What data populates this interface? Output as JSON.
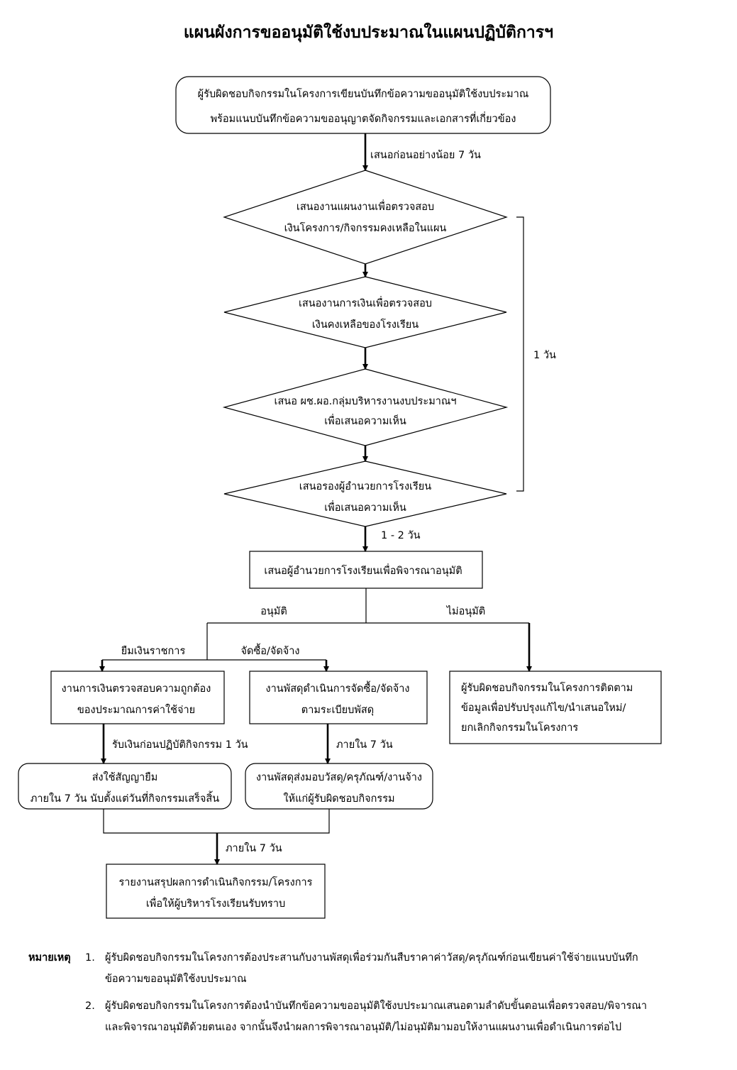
{
  "title": "แผนผังการขออนุมัติใช้งบประมาณในแผนปฏิบัติการฯ",
  "nodes": {
    "start": [
      "ผู้รับผิดชอบกิจกรรมในโครงการเขียนบันทึกข้อความขออนุมัติใช้งบประมาณ",
      "พร้อมแนบบันทึกข้อความขออนุญาตจัดกิจกรรมและเอกสารที่เกี่ยวข้อง"
    ],
    "d1": [
      "เสนองานแผนงานเพื่อตรวจสอบ",
      "เงินโครงการ/กิจกรรมคงเหลือในแผน"
    ],
    "d2": [
      "เสนองานการเงินเพื่อตรวจสอบ",
      "เงินคงเหลือของโรงเรียน"
    ],
    "d3": [
      "เสนอ ผช.ผอ.กลุ่มบริหารงานงบประมาณฯ",
      "เพื่อเสนอความเห็น"
    ],
    "d4": [
      "เสนอรองผู้อำนวยการโรงเรียน",
      "เพื่อเสนอความเห็น"
    ],
    "approve": [
      "เสนอผู้อำนวยการโรงเรียนเพื่อพิจารณาอนุมัติ"
    ],
    "finance": [
      "งานการเงินตรวจสอบความถูกต้อง",
      "ของประมาณการค่าใช้จ่าย"
    ],
    "supply": [
      "งานพัสดุดำเนินการจัดซื้อ/จัดจ้าง",
      "ตามระเบียบพัสดุ"
    ],
    "reject": [
      "ผู้รับผิดชอบกิจกรรมในโครงการติดตาม",
      "ข้อมูลเพื่อปรับปรุงแก้ไข/นำเสนอใหม่/",
      "ยกเลิกกิจกรรมในโครงการ"
    ],
    "loan": [
      "ส่งใช้สัญญายืม",
      "ภายใน 7 วัน นับตั้งแต่วันที่กิจกรรมเสร็จสิ้น"
    ],
    "deliver": [
      "งานพัสดุส่งมอบวัสดุ/ครุภัณฑ์/งานจ้าง",
      "ให้แก่ผู้รับผิดชอบกิจกรรม"
    ],
    "report": [
      "รายงานสรุปผลการดำเนินกิจกรรม/โครงการ",
      "เพื่อให้ผู้บริหารโรงเรียนรับทราบ"
    ]
  },
  "edge_labels": {
    "before7": "เสนอก่อนอย่างน้อย 7 วัน",
    "one_day": "1 วัน",
    "one_two_days": "1 - 2 วัน",
    "approved": "อนุมัติ",
    "not_approved": "ไม่อนุมัติ",
    "borrow": "ยืมเงินราชการ",
    "purchase": "จัดซื้อ/จัดจ้าง",
    "receive_money": "รับเงินก่อนปฏิบัติกิจกรรม 1 วัน",
    "within7_a": "ภายใน 7 วัน",
    "within7_b": "ภายใน 7 วัน"
  },
  "notes": {
    "label": "หมายเหตุ",
    "items": [
      {
        "num": "1.",
        "lines": [
          "ผู้รับผิดชอบกิจกรรมในโครงการต้องประสานกับงานพัสดุเพื่อร่วมกันสืบราคาค่าวัสดุ/ครุภัณฑ์ก่อนเขียนค่าใช้จ่ายแนบบันทึก",
          "ข้อความขออนุมัติใช้งบประมาณ"
        ]
      },
      {
        "num": "2.",
        "lines": [
          "ผู้รับผิดชอบกิจกรรมในโครงการต้องนำบันทึกข้อความขออนุมัติใช้งบประมาณเสนอตามลำดับขั้นตอนเพื่อตรวจสอบ/พิจารณา",
          "และพิจารณาอนุมัติด้วยตนเอง จากนั้นจึงนำผลการพิจารณาอนุมัติ/ไม่อนุมัติมามอบให้งานแผนงานเพื่อดำเนินการต่อไป"
        ]
      }
    ]
  }
}
